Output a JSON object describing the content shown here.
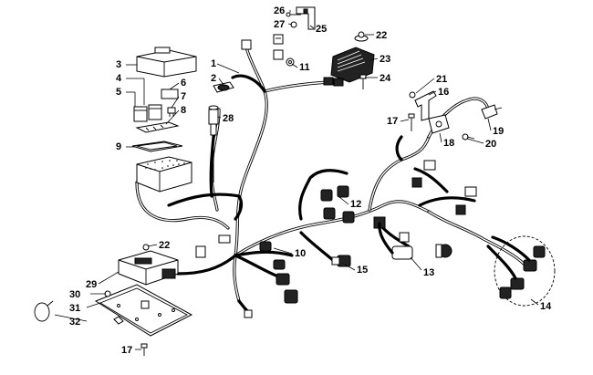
{
  "callouts": [
    {
      "id": "c1",
      "label": "1"
    },
    {
      "id": "c2",
      "label": "2"
    },
    {
      "id": "c3",
      "label": "3"
    },
    {
      "id": "c4",
      "label": "4"
    },
    {
      "id": "c5",
      "label": "5"
    },
    {
      "id": "c6",
      "label": "6"
    },
    {
      "id": "c7",
      "label": "7"
    },
    {
      "id": "c8",
      "label": "8"
    },
    {
      "id": "c9",
      "label": "9"
    },
    {
      "id": "c10",
      "label": "10"
    },
    {
      "id": "c11",
      "label": "11"
    },
    {
      "id": "c12",
      "label": "12"
    },
    {
      "id": "c13",
      "label": "13"
    },
    {
      "id": "c14",
      "label": "14"
    },
    {
      "id": "c15",
      "label": "15"
    },
    {
      "id": "c16",
      "label": "16"
    },
    {
      "id": "c17a",
      "label": "17"
    },
    {
      "id": "c17b",
      "label": "17"
    },
    {
      "id": "c18",
      "label": "18"
    },
    {
      "id": "c19",
      "label": "19"
    },
    {
      "id": "c20",
      "label": "20"
    },
    {
      "id": "c21",
      "label": "21"
    },
    {
      "id": "c22a",
      "label": "22"
    },
    {
      "id": "c22b",
      "label": "22"
    },
    {
      "id": "c23",
      "label": "23"
    },
    {
      "id": "c24",
      "label": "24"
    },
    {
      "id": "c25",
      "label": "25"
    },
    {
      "id": "c26",
      "label": "26"
    },
    {
      "id": "c27",
      "label": "27"
    },
    {
      "id": "c28",
      "label": "28"
    },
    {
      "id": "c29",
      "label": "29"
    },
    {
      "id": "c30",
      "label": "30"
    },
    {
      "id": "c31",
      "label": "31"
    },
    {
      "id": "c32",
      "label": "32"
    }
  ]
}
